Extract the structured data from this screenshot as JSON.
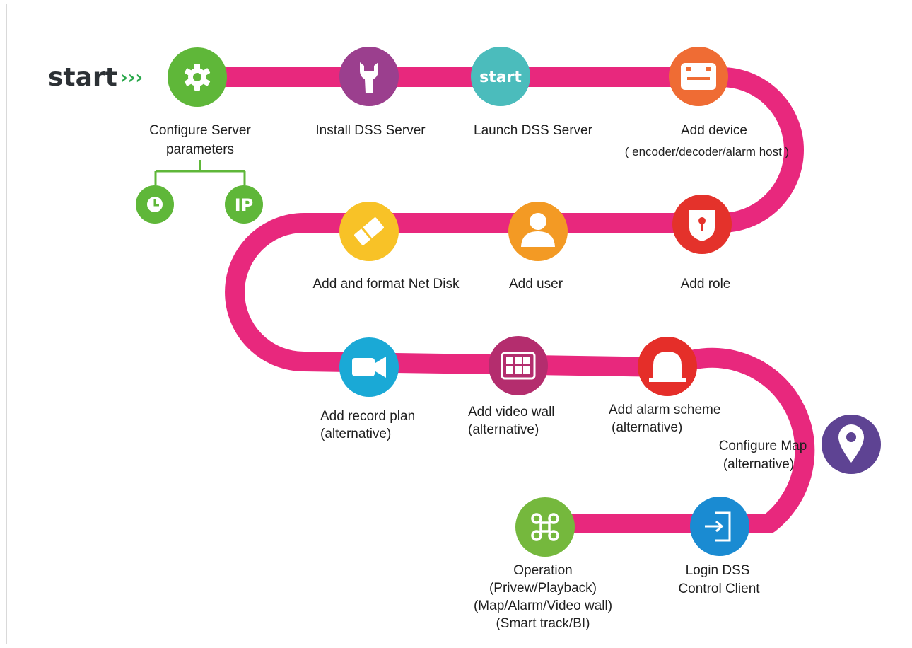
{
  "start": {
    "label": "start",
    "arrows": "›››"
  },
  "steps": {
    "configure_server": {
      "lines": [
        "Configure Server",
        "parameters"
      ],
      "color": "#5fb739",
      "icon": "gear-icon"
    },
    "install_dss": {
      "lines": [
        "Install DSS Server"
      ],
      "color": "#9b3f8e",
      "icon": "wrench-icon"
    },
    "launch_dss": {
      "lines": [
        "Launch DSS Server"
      ],
      "color": "#4bbcbc",
      "icon": "start-icon",
      "icon_text": "start"
    },
    "add_device": {
      "lines": [
        "Add device",
        "(  encoder/decoder/alarm host  )"
      ],
      "color": "#ef6c34",
      "icon": "device-icon"
    },
    "add_role": {
      "lines": [
        "Add role"
      ],
      "color": "#e4322b",
      "icon": "shield-pin-icon"
    },
    "add_user": {
      "lines": [
        "Add user"
      ],
      "color": "#f39a24",
      "icon": "user-icon"
    },
    "add_net_disk": {
      "lines": [
        "Add and format Net Disk"
      ],
      "color": "#f8c227",
      "icon": "eraser-icon"
    },
    "add_record_plan": {
      "lines": [
        "Add record plan",
        "(alternative)"
      ],
      "color": "#1aa9d6",
      "icon": "video-camera-icon"
    },
    "add_video_wall": {
      "lines": [
        "Add video wall",
        "(alternative)"
      ],
      "color": "#b42d6e",
      "icon": "video-wall-icon"
    },
    "add_alarm_scheme": {
      "lines": [
        "Add alarm scheme",
        "(alternative)"
      ],
      "color": "#e52e29",
      "icon": "alarm-light-icon"
    },
    "configure_map": {
      "lines": [
        "Configure Map",
        "(alternative)"
      ],
      "color": "#5e4393",
      "icon": "map-pin-icon"
    },
    "login_client": {
      "lines": [
        "Login DSS",
        "Control Client"
      ],
      "color": "#1a8bd2",
      "icon": "login-icon"
    },
    "operation": {
      "lines": [
        "Operation",
        "(Privew/Playback)",
        "(Map/Alarm/Video wall)",
        "(Smart track/BI)"
      ],
      "color": "#75b83d",
      "icon": "command-icon"
    }
  },
  "sub_params": {
    "time": {
      "icon": "clock-icon"
    },
    "ip": {
      "label": "IP"
    },
    "color": "#5fb739"
  },
  "colors": {
    "path": "#e8287d",
    "start_arrows": "#2aa84b",
    "text": "#1f1f1f"
  }
}
